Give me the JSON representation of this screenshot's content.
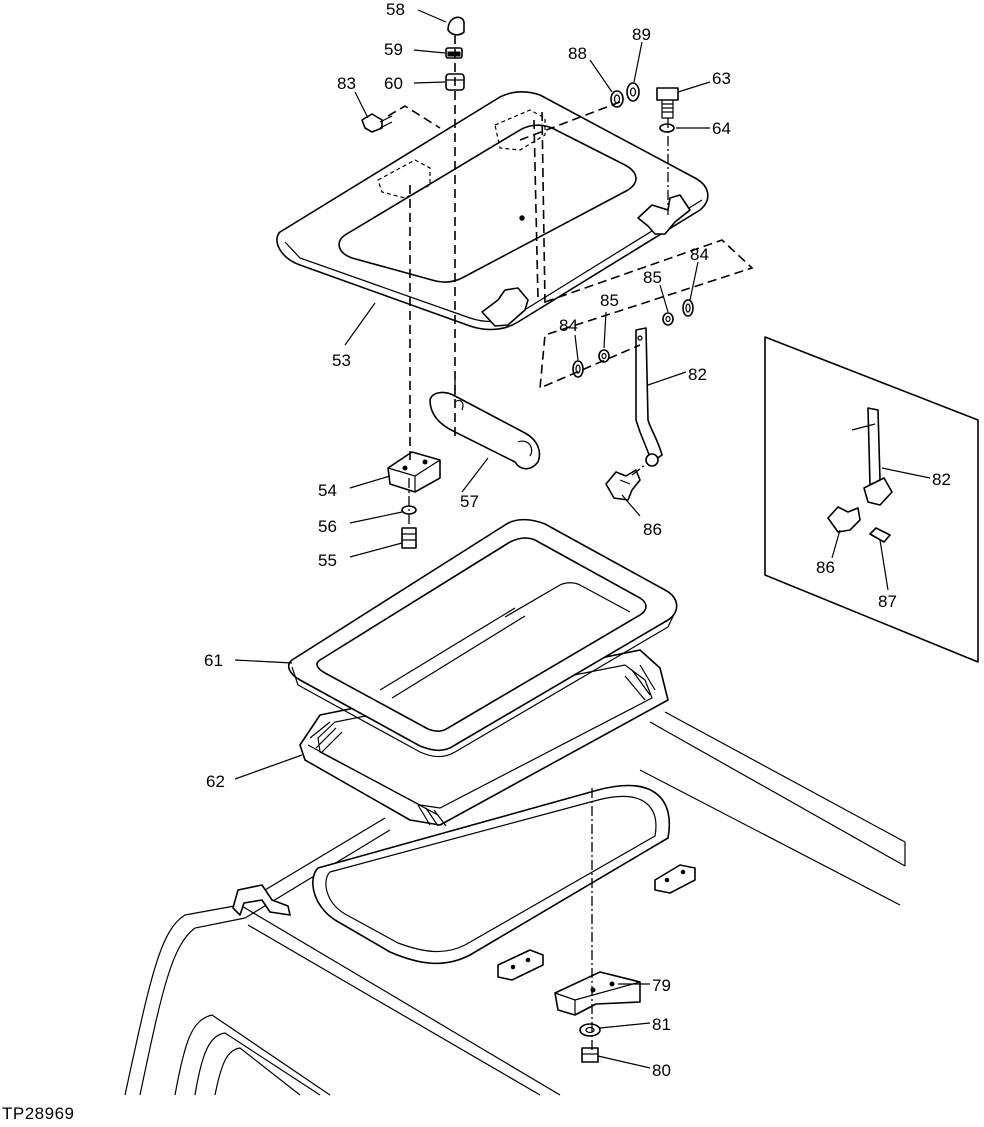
{
  "figure_id": "TP28969",
  "callouts": {
    "c58": "58",
    "c59": "59",
    "c60": "60",
    "c83": "83",
    "c88": "88",
    "c89": "89",
    "c63": "63",
    "c64": "64",
    "c53": "53",
    "c84a": "84",
    "c85a": "85",
    "c84b": "84",
    "c85b": "85",
    "c82a": "82",
    "c82b": "82",
    "c54": "54",
    "c57": "57",
    "c56": "56",
    "c55": "55",
    "c86a": "86",
    "c86b": "86",
    "c87": "87",
    "c61": "61",
    "c62": "62",
    "c79": "79",
    "c81": "81",
    "c80": "80"
  }
}
